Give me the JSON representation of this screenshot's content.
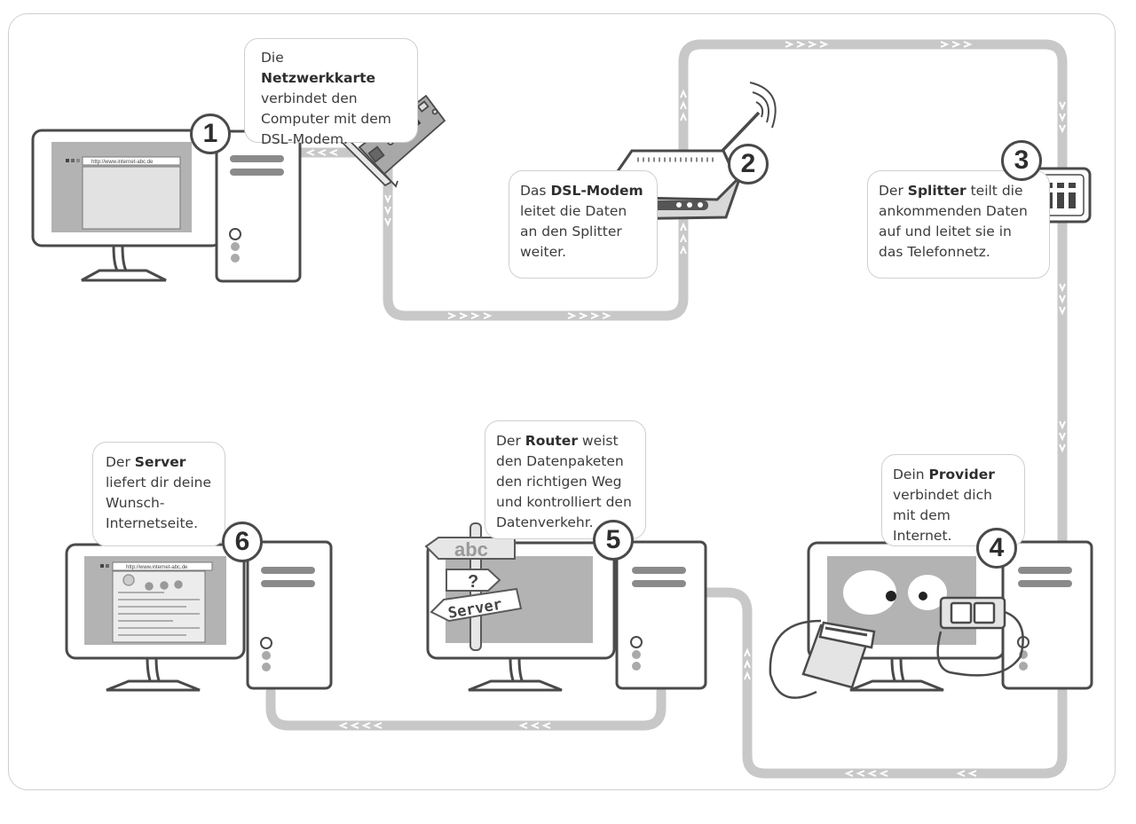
{
  "callouts": {
    "c1": {
      "pre": "Die ",
      "bold": "Netzwerkkarte",
      "post": " verbindet den Computer mit dem DSL-Modem."
    },
    "c2": {
      "pre": "Das ",
      "bold": "DSL-Modem",
      "post": " leitet die Daten an den Splitter weiter."
    },
    "c3": {
      "pre": "Der ",
      "bold": "Splitter",
      "post": " teilt die ankommenden Daten auf und leitet sie in das Telefonnetz."
    },
    "c4": {
      "pre": "Dein ",
      "bold": "Provider",
      "post": " verbindet dich mit dem Internet."
    },
    "c5": {
      "pre": "Der ",
      "bold": "Router",
      "post": " weist den Datenpaketen den richtigen Weg und kontrolliert den Datenverkehr."
    },
    "c6": {
      "pre": "Der ",
      "bold": "Server",
      "post": " liefert dir deine Wunsch-Internetseite."
    }
  },
  "numbers": {
    "n1": "1",
    "n2": "2",
    "n3": "3",
    "n4": "4",
    "n5": "5",
    "n6": "6"
  },
  "screens": {
    "url1": "http://www.internet-abc.de",
    "url6": "http://www.internet-abc.de"
  },
  "signpost": {
    "abc": "abc",
    "question": "?",
    "server": "Server"
  },
  "colors": {
    "line": "#c8c8c8",
    "outline": "#4a4a4a",
    "screen": "#b3b3b3"
  }
}
